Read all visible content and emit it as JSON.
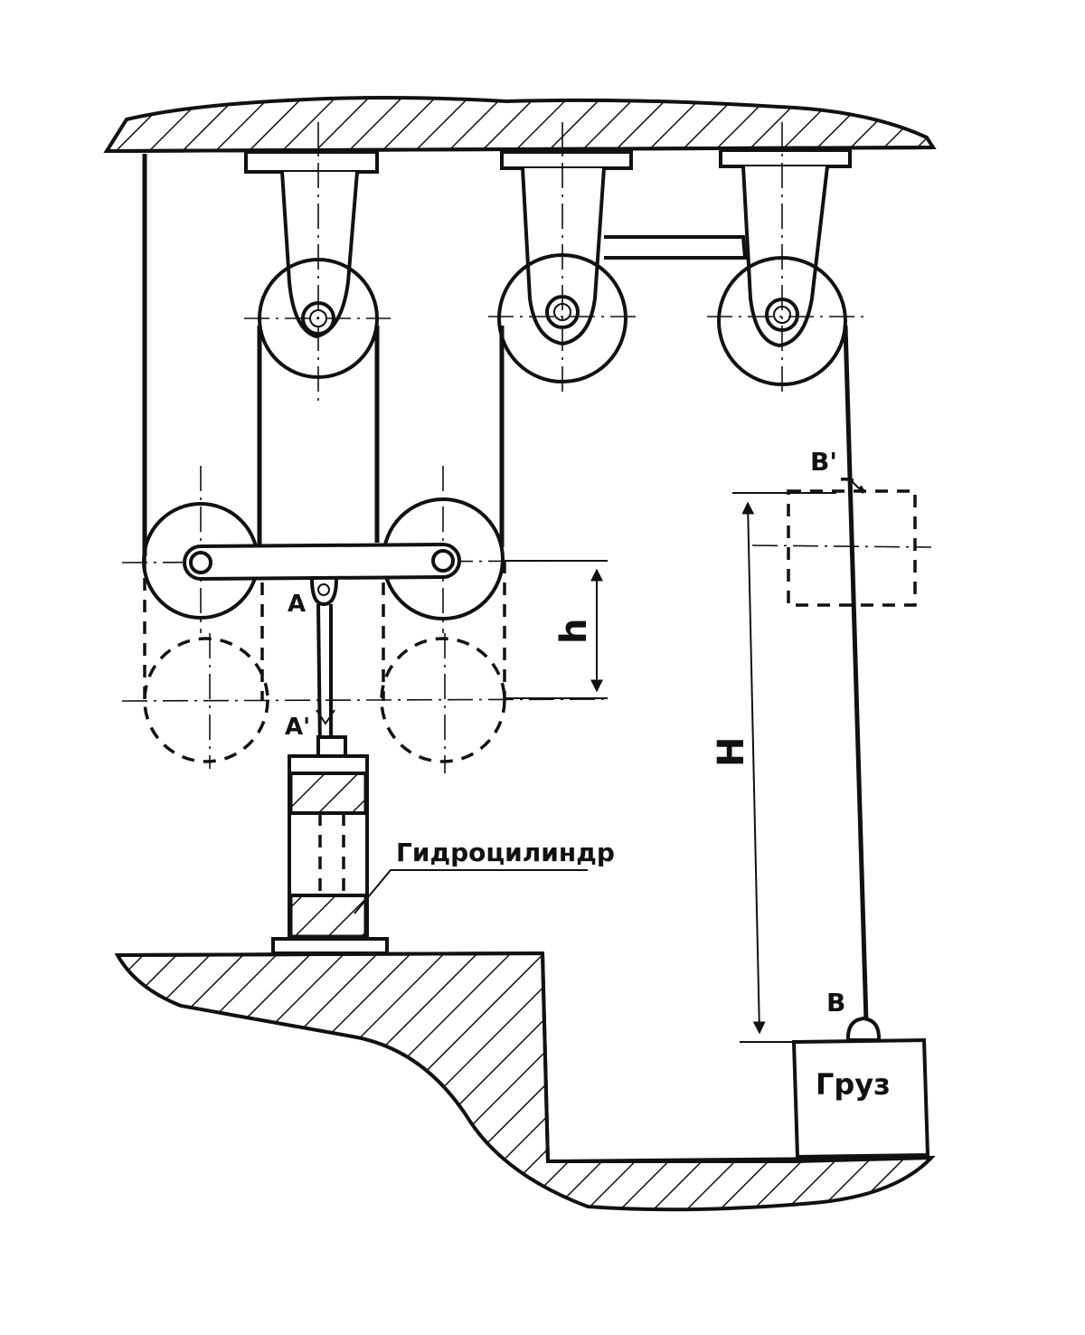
{
  "labels": {
    "point_a": "A",
    "point_a_prime": "A'",
    "point_b": "B",
    "point_b_prime": "B'",
    "dim_small": "h",
    "dim_large": "H",
    "cylinder": "Гидроцилиндр",
    "load": "Груз"
  }
}
